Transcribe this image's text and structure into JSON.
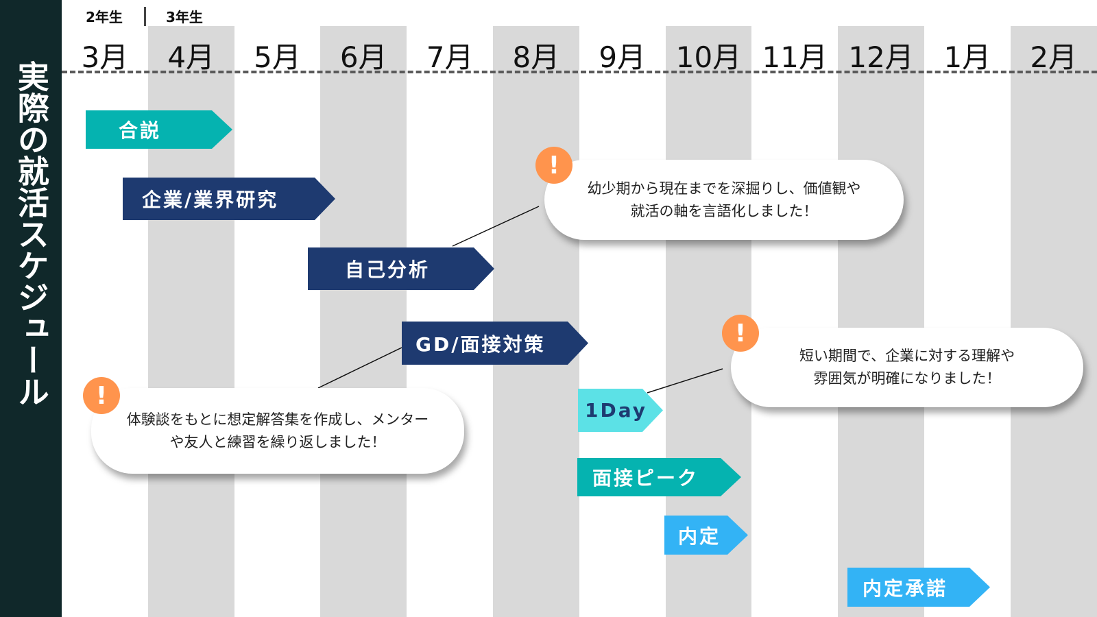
{
  "title": "実際の就活スケジュール",
  "grades": [
    "2年生",
    "3年生"
  ],
  "months": [
    "3月",
    "4月",
    "5月",
    "6月",
    "7月",
    "8月",
    "9月",
    "10月",
    "11月",
    "12月",
    "1月",
    "2月"
  ],
  "phases": [
    {
      "label": "合説",
      "color": "#05b3b0"
    },
    {
      "label": "企業/業界研究",
      "color": "#1e3a70"
    },
    {
      "label": "自己分析",
      "color": "#1e3a70"
    },
    {
      "label": "GD/面接対策",
      "color": "#1e3a70"
    },
    {
      "label": "1Day",
      "color": "#5ce1e6"
    },
    {
      "label": "面接ピーク",
      "color": "#05b3b0"
    },
    {
      "label": "内定",
      "color": "#33b3f5"
    },
    {
      "label": "内定承諾",
      "color": "#33b3f5"
    }
  ],
  "notes": [
    {
      "icon": "!",
      "line1": "幼少期から現在までを深掘りし、価値観や",
      "line2": "就活の軸を言語化しました！"
    },
    {
      "icon": "!",
      "line1": "短い期間で、企業に対する理解や",
      "line2": "雰囲気が明確になりました！"
    },
    {
      "icon": "!",
      "line1": "体験談をもとに想定解答集を作成し、メンター",
      "line2": "や友人と練習を繰り返しました！"
    }
  ]
}
